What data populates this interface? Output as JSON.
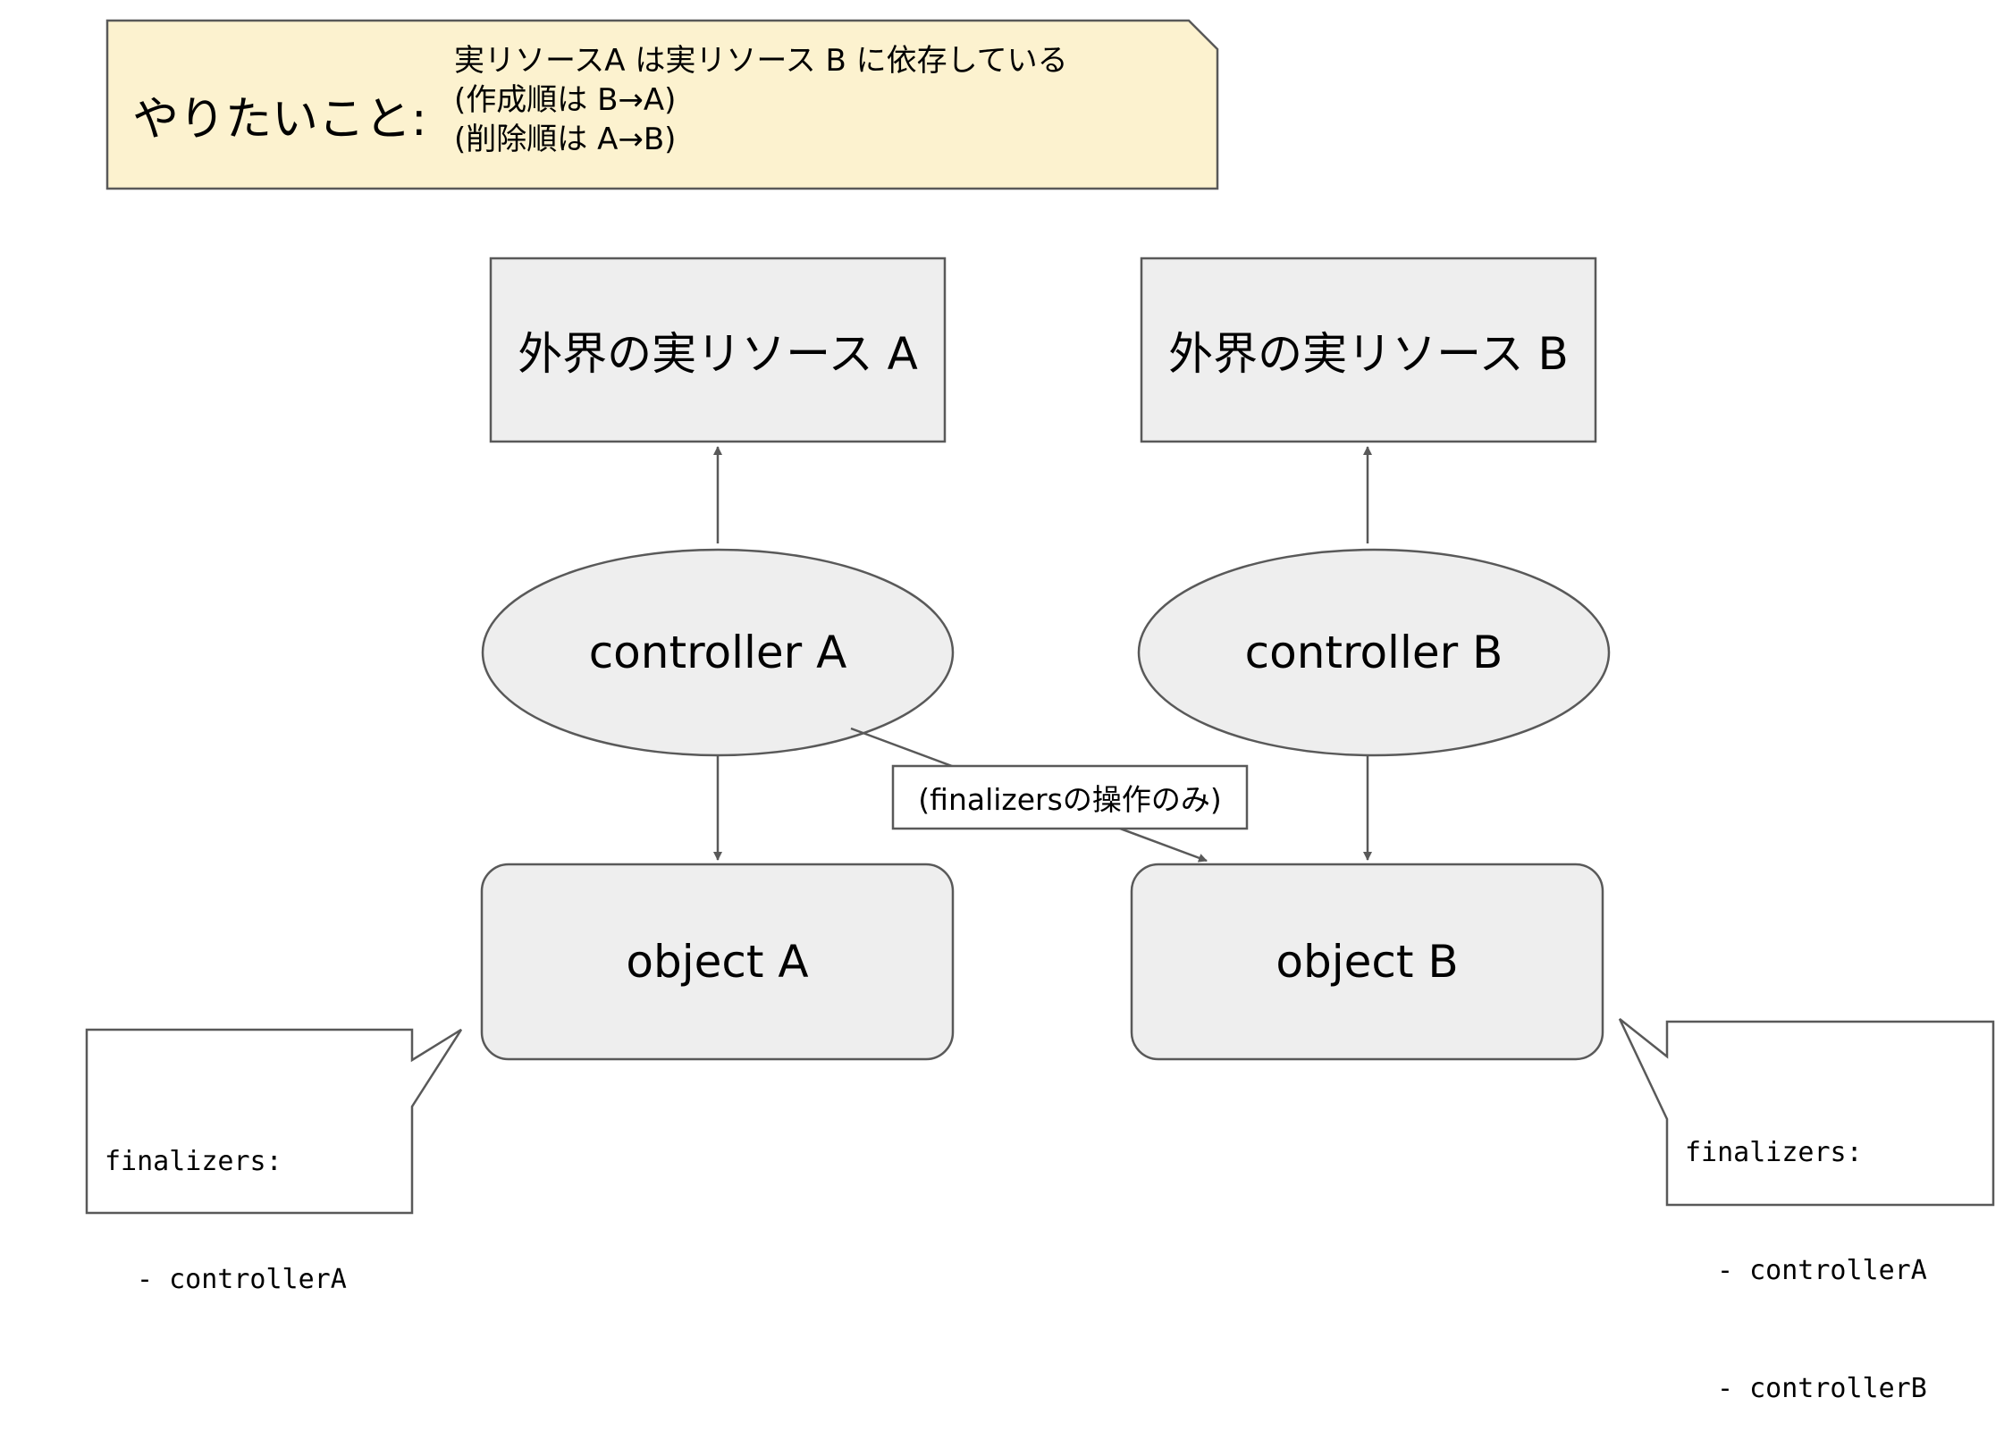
{
  "goal": {
    "heading": "やりたいこと:",
    "lines": [
      "実リソースA は実リソース B に依存している",
      "(作成順は B→A)",
      "(削除順は A→B)"
    ]
  },
  "nodes": {
    "resource_a": "外界の実リソース A",
    "resource_b": "外界の実リソース B",
    "controller_a": "controller A",
    "controller_b": "controller B",
    "object_a": "object A",
    "object_b": "object B"
  },
  "edge_label": "(finalizersの操作のみ)",
  "callouts": {
    "object_a": {
      "title": "finalizers:",
      "items": [
        "- controllerA"
      ]
    },
    "object_b": {
      "title": "finalizers:",
      "items": [
        "- controllerA",
        "- controllerB"
      ]
    }
  },
  "colors": {
    "note_fill": "#fcf2cf",
    "node_fill": "#eeeeee",
    "stroke": "#595959"
  }
}
